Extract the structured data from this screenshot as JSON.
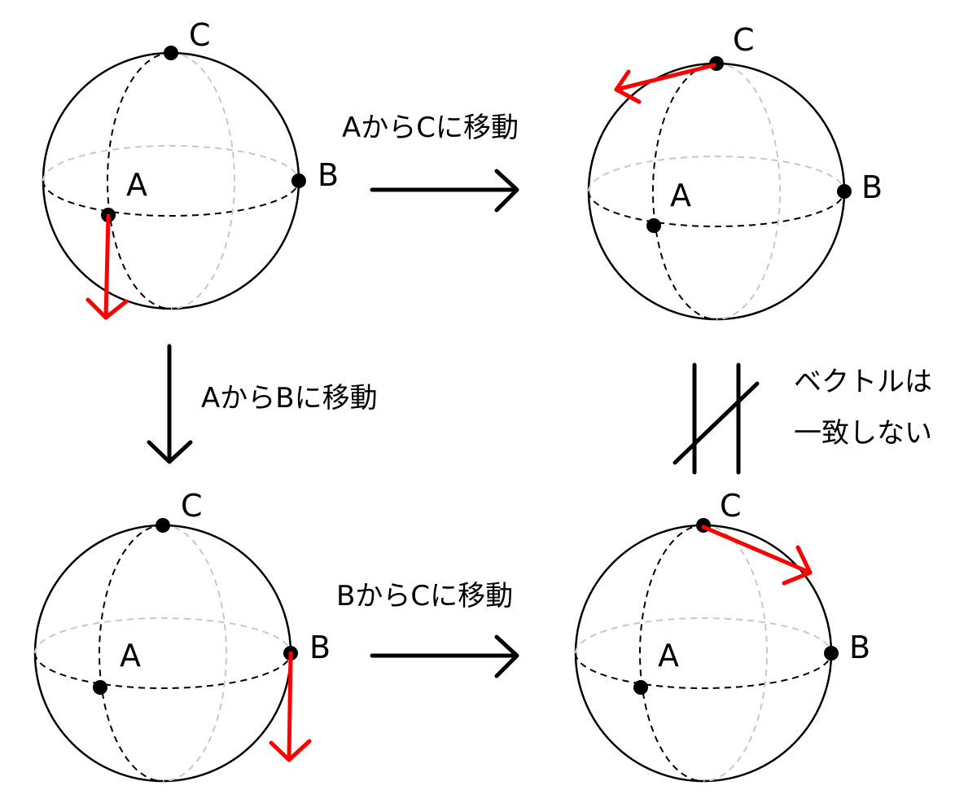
{
  "points": {
    "a": "A",
    "b": "B",
    "c": "C"
  },
  "captions": {
    "a_to_c": "AからCに移動",
    "a_to_b": "AからBに移動",
    "b_to_c": "BからCに移動",
    "not_match_line1": "ベクトルは",
    "not_match_line2": "一致しない"
  },
  "colors": {
    "vector": "#ff0000",
    "hidden_line": "#c8c8c8"
  }
}
